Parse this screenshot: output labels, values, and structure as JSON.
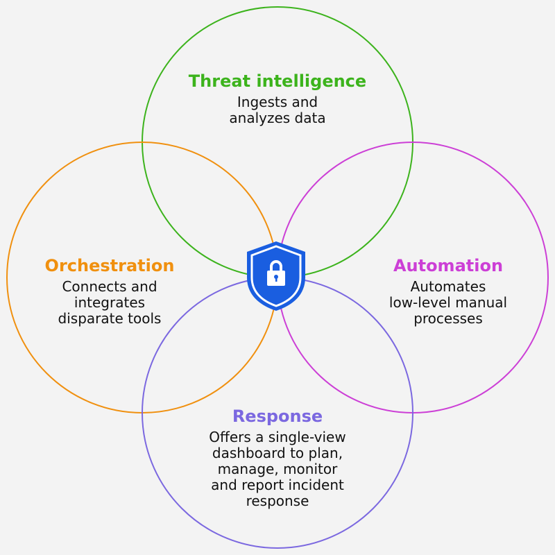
{
  "colors": {
    "threat": "#3cb31c",
    "orchestration": "#f0900f",
    "automation": "#cc3fd6",
    "response": "#7b68e0",
    "shield": "#1a5ee0"
  },
  "threat": {
    "title": "Threat intelligence",
    "lines": [
      "Ingests and",
      "analyzes data"
    ]
  },
  "orchestration": {
    "title": "Orchestration",
    "lines": [
      "Connects and",
      "integrates",
      "disparate tools"
    ]
  },
  "automation": {
    "title": "Automation",
    "lines": [
      "Automates",
      "low-level manual",
      "processes"
    ]
  },
  "response": {
    "title": "Response",
    "lines": [
      "Offers a single-view",
      "dashboard to plan,",
      "manage, monitor",
      "and report incident",
      "response"
    ]
  },
  "center_icon": "shield-lock-icon"
}
